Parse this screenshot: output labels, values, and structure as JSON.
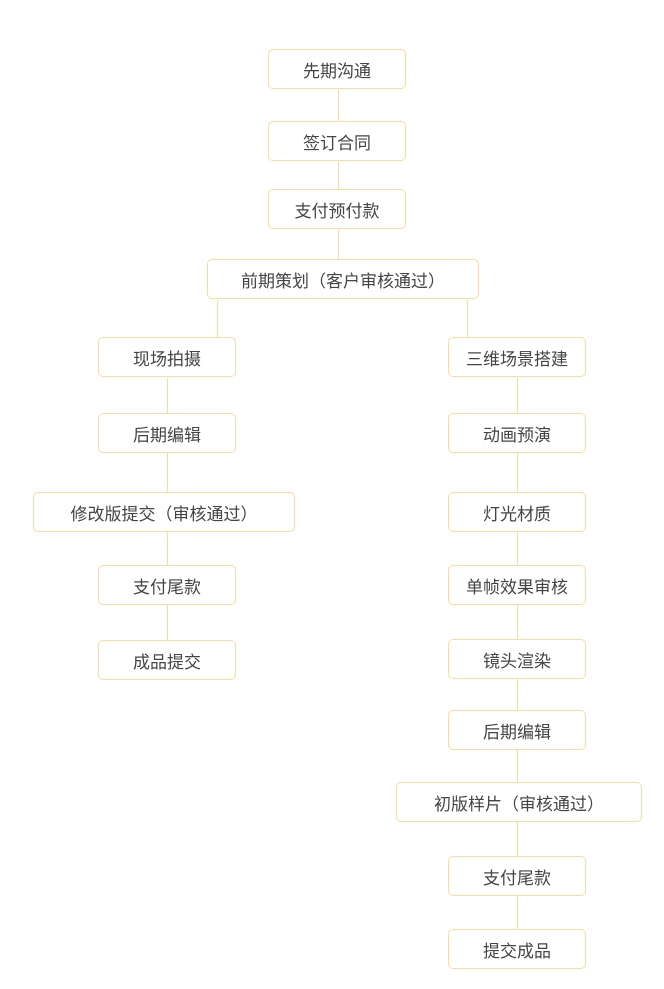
{
  "top": [
    "先期沟通",
    "签订合同",
    "支付预付款",
    "前期策划（客户审核通过）"
  ],
  "left": [
    "现场拍摄",
    "后期编辑",
    "修改版提交（审核通过）",
    "支付尾款",
    "成品提交"
  ],
  "right": [
    "三维场景搭建",
    "动画预演",
    "灯光材质",
    "单帧效果审核",
    "镜头渲染",
    "后期编辑",
    "初版样片（审核通过）",
    "支付尾款",
    "提交成品"
  ],
  "colors": {
    "border": "#fbdc9a",
    "text": "#444444"
  }
}
